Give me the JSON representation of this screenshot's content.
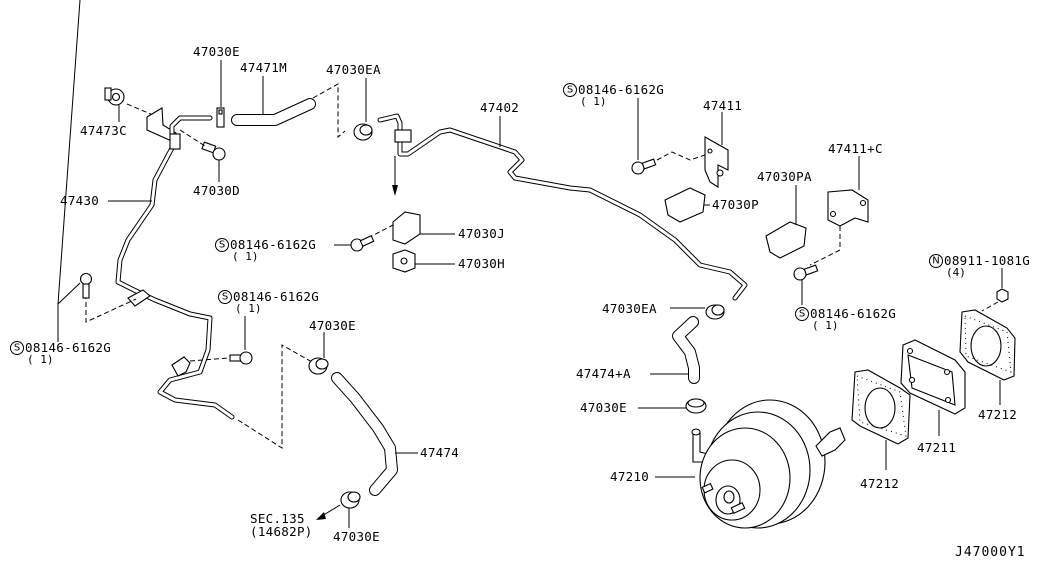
{
  "diagram": {
    "reference_code": "J47000Y1",
    "labels": {
      "p47030E_top": "47030E",
      "p47471M": "47471M",
      "p47030EA_top": "47030EA",
      "p47473C": "47473C",
      "p47030D": "47030D",
      "p47430": "47430",
      "p47402": "47402",
      "p47030J": "47030J",
      "p47030H": "47030H",
      "bolt_mid": "08146-6162G",
      "bolt_mid_qty": "( 1)",
      "bolt_top_right": "08146-6162G",
      "bolt_top_right_qty": "( 1)",
      "p47411": "47411",
      "p47030P": "47030P",
      "p47030PA": "47030PA",
      "p47411C": "47411+C",
      "nut": "08911-1081G",
      "nut_qty": "(4)",
      "bolt_right": "08146-6162G",
      "bolt_right_qty": "( 1)",
      "bolt_left": "08146-6162G",
      "bolt_left_qty": "( 1)",
      "bolt_center": "08146-6162G",
      "bolt_center_qty": "( 1)",
      "p47030E_mid": "47030E",
      "p47030EA_right": "47030EA",
      "p47474A": "47474+A",
      "p47030E_right": "47030E",
      "p47474": "47474",
      "p47210": "47210",
      "p47212_left": "47212",
      "p47211": "47211",
      "p47212_right": "47212",
      "sec_ref": "SEC.135",
      "sec_ref_sub": "(14682P)",
      "p47030E_bottom": "47030E"
    },
    "symbols": {
      "s": "S",
      "n": "N"
    }
  }
}
